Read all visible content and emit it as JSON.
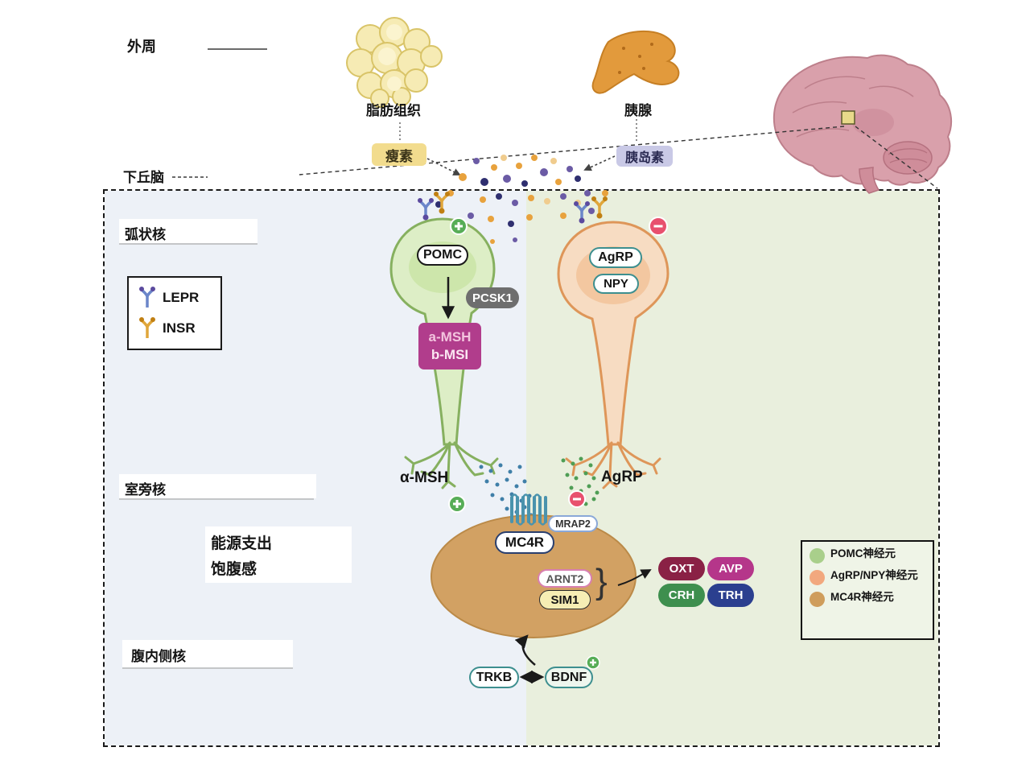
{
  "colors": {
    "left_panel": "#edf1f7",
    "right_panel": "#e9efdd",
    "pomc_neuron_fill": "#ddeec6",
    "pomc_neuron_stroke": "#86b05f",
    "agrp_neuron_fill": "#f7dcc2",
    "agrp_neuron_stroke": "#de9659",
    "mc4r_neuron_fill": "#d2a163",
    "leptin_badge": "#f2dc8e",
    "insulin_badge": "#c9c9e6",
    "msh_box": "#b13d8c",
    "oxt": "#8a2145",
    "avp": "#b5368a",
    "crh": "#3e8f4e",
    "trh": "#2b3f8f",
    "plus": "#57ad57",
    "minus": "#e8506e"
  },
  "periphery": {
    "label": "外周",
    "adipose": "脂肪组织",
    "pancreas": "胰腺",
    "leptin": "瘦素",
    "insulin": "胰岛素"
  },
  "regions": {
    "hypothalamus": "下丘脑",
    "arcuate": "弧状核",
    "paraventricular": "室旁核",
    "ventromedial": "腹内侧核"
  },
  "effects": {
    "energy_expenditure": "能源支出",
    "satiety": "饱腹感"
  },
  "receptor_legend": {
    "lepr": "LEPR",
    "insr": "INSR"
  },
  "pomc_pathway": {
    "pomc": "POMC",
    "pcsk1": "PCSK1",
    "peptide_line1": "a-MSH",
    "peptide_line2": "b-MSI",
    "output": "α-MSH"
  },
  "agrp_pathway": {
    "agrp": "AgRP",
    "npy": "NPY",
    "output": "AgRP"
  },
  "mc4r_pathway": {
    "mc4r": "MC4R",
    "mrap2": "MRAP2",
    "arnt2": "ARNT2",
    "sim1": "SIM1",
    "brace": "}"
  },
  "hormone_outputs": {
    "oxt": "OXT",
    "avp": "AVP",
    "crh": "CRH",
    "trh": "TRH"
  },
  "bdnf_axis": {
    "trkb": "TRKB",
    "bdnf": "BDNF"
  },
  "neuron_legend": {
    "pomc": "POMC神经元",
    "agrp_npy": "AgRP/NPY神经元",
    "mc4r": "MC4R神经元"
  }
}
